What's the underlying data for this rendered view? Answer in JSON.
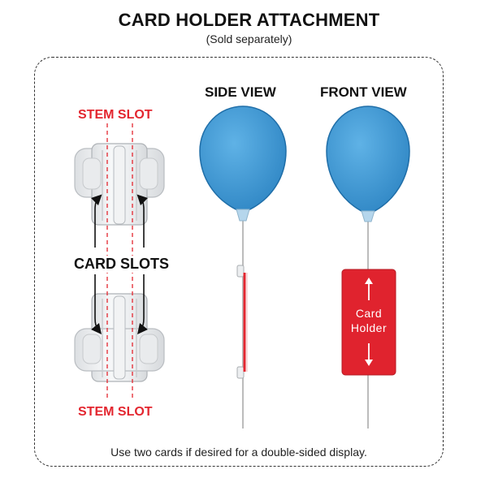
{
  "header": {
    "title": "CARD HOLDER ATTACHMENT",
    "subtitle": "(Sold separately)"
  },
  "labels": {
    "stem_slot_top": "STEM SLOT",
    "card_slots": "CARD SLOTS",
    "stem_slot_bottom": "STEM SLOT",
    "side_view": "SIDE VIEW",
    "front_view": "FRONT VIEW"
  },
  "card": {
    "line1": "Card",
    "line2": "Holder"
  },
  "footer": {
    "note": "Use two cards if desired for a double-sided display."
  },
  "colors": {
    "accent_red": "#e3262f",
    "balloon_blue": "#3f9bd6",
    "card_red": "#e0232e"
  }
}
